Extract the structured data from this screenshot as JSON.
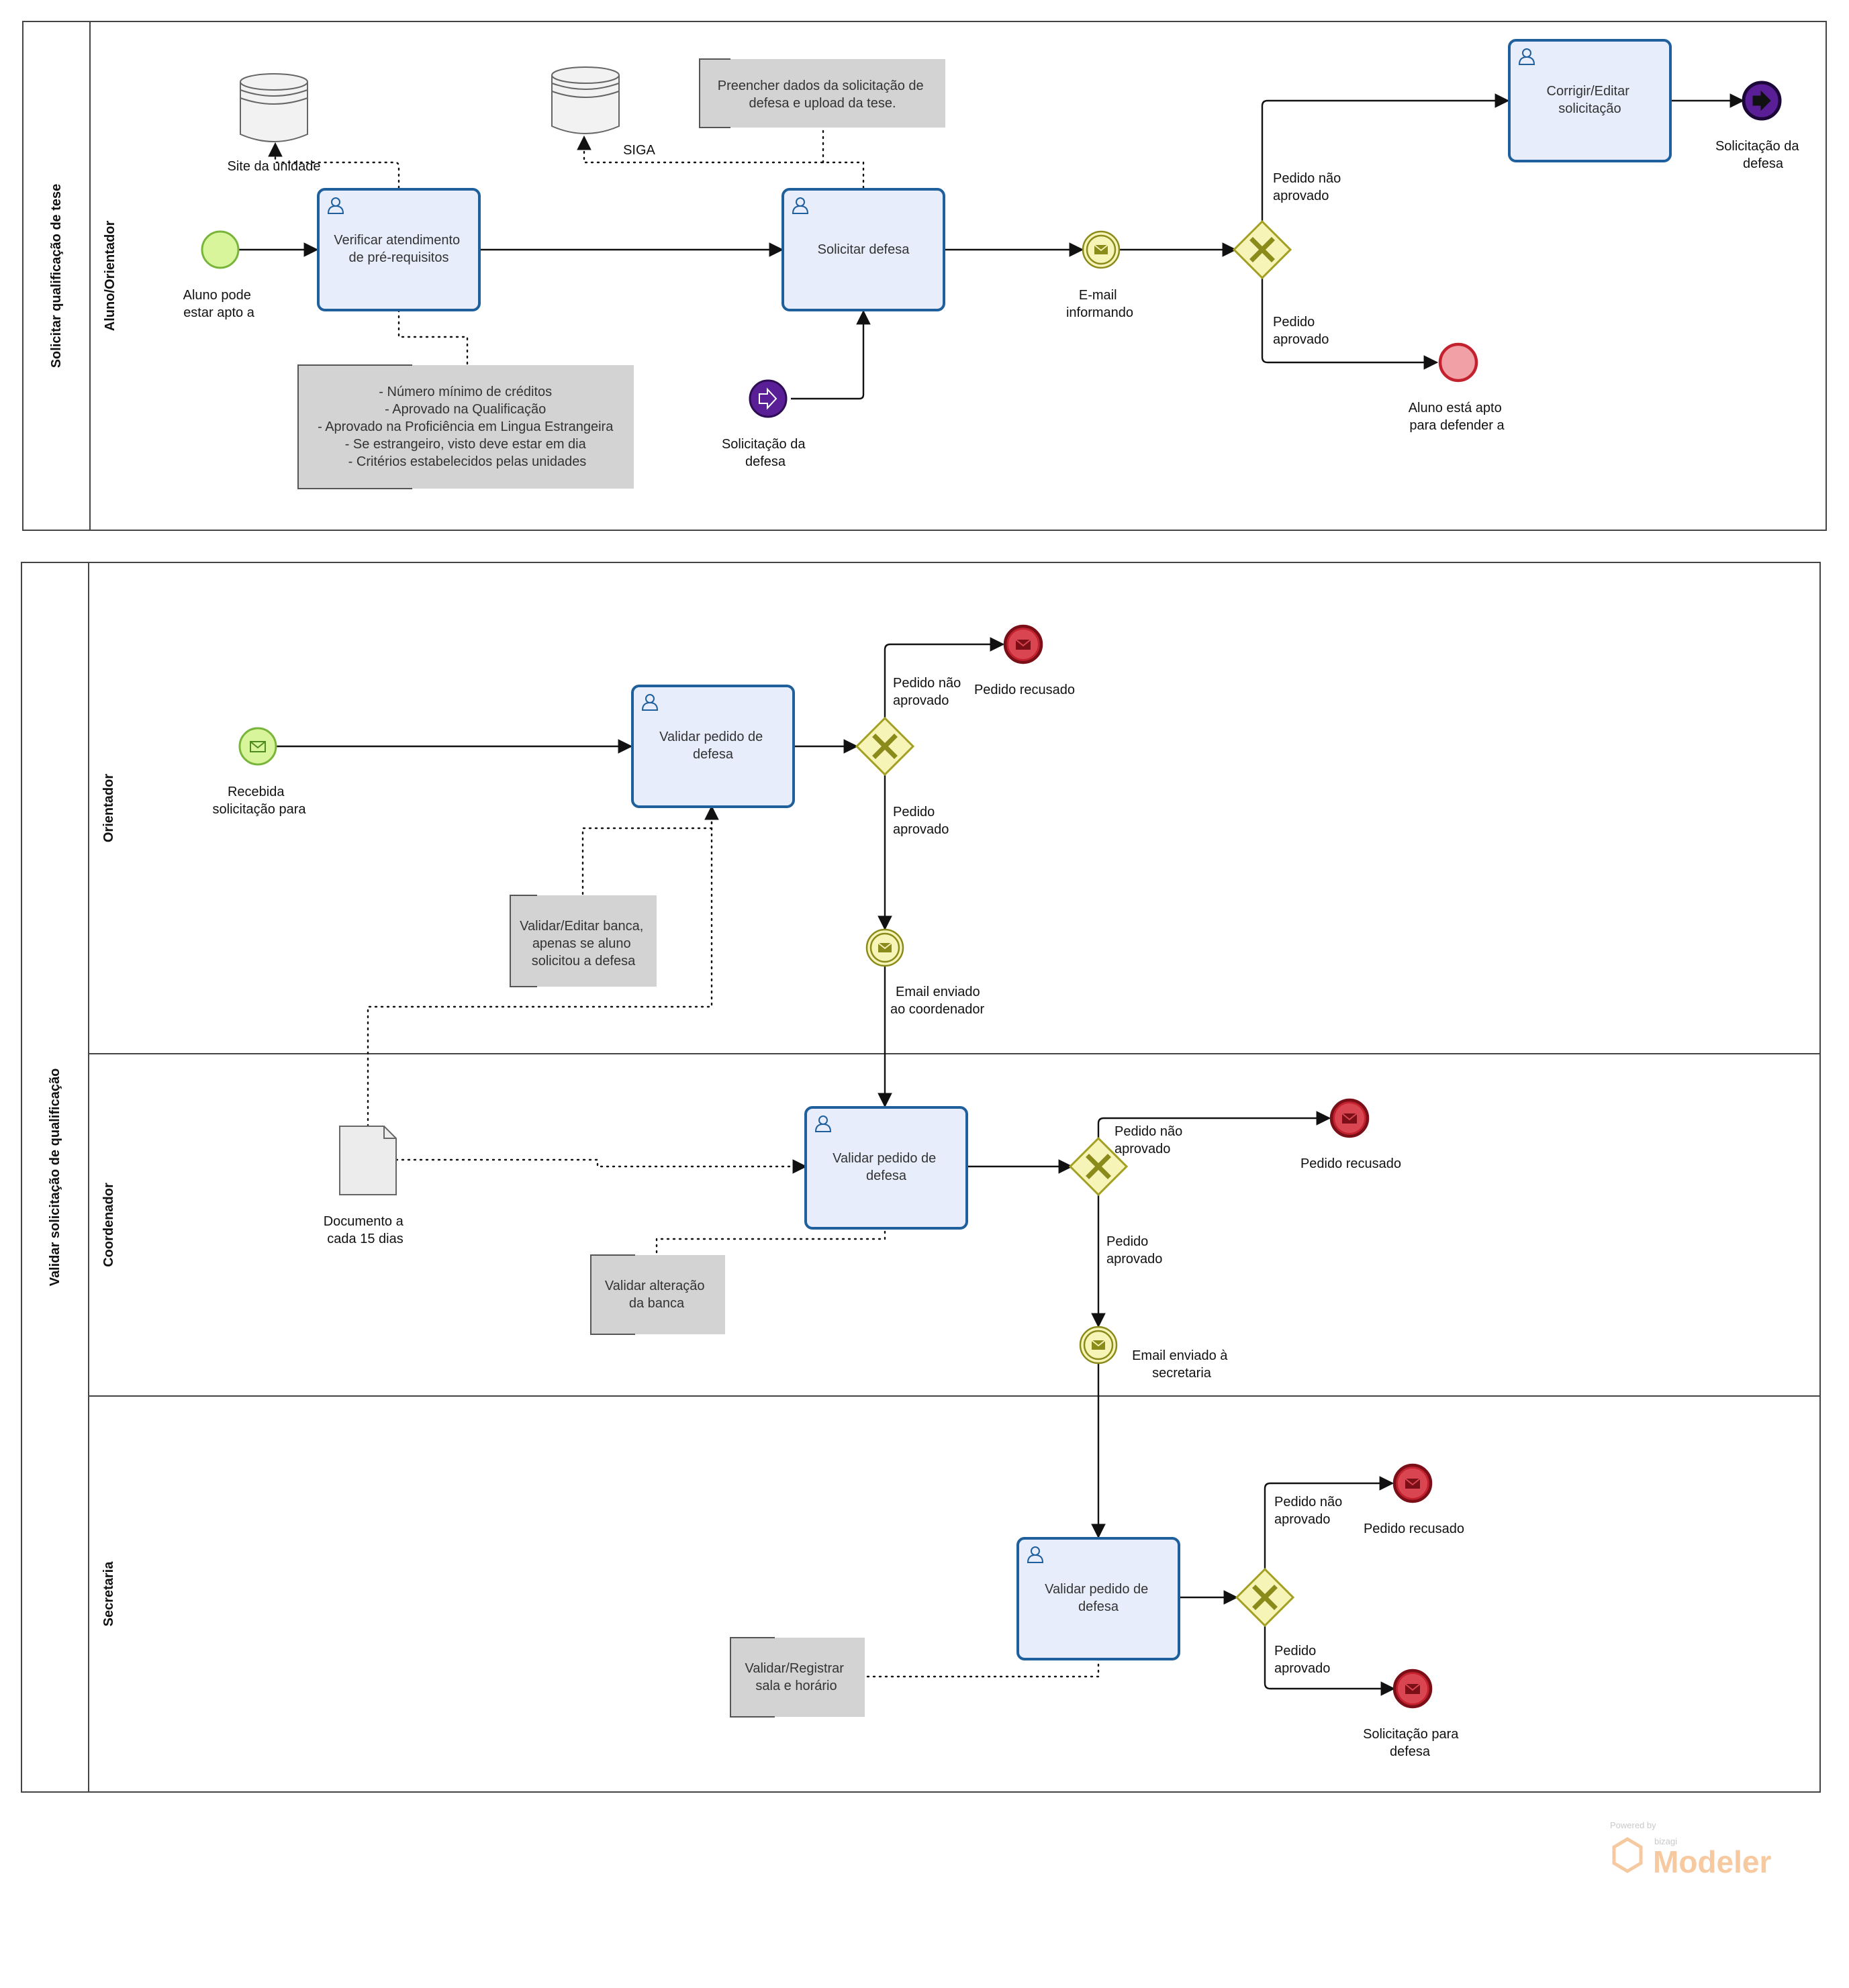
{
  "pools": [
    {
      "title": "Solicitar qualificação de tese",
      "lanes": [
        "Aluno/Orientador"
      ]
    },
    {
      "title": "Validar solicitação de qualificação",
      "lanes": [
        "Orientador",
        "Coordenador",
        "Secretaria"
      ]
    }
  ],
  "pool1": {
    "start_event": [
      "Aluno pode",
      "estar apto a"
    ],
    "task_verificar": [
      "Verificar atendimento",
      "de pré-requisitos"
    ],
    "datastore_site": "Site da unidade",
    "datastore_siga": "SIGA",
    "annotation_upload": [
      "Preencher dados da solicitação de",
      "defesa e upload da tese."
    ],
    "annotation_requisitos": [
      "- Número mínimo de créditos",
      "- Aprovado na Qualificação",
      "- Aprovado na Proficiência em Lingua Estrangeira",
      "- Se estrangeiro, visto deve estar em dia",
      "- Critérios estabelecidos pelas unidades"
    ],
    "task_solicitar": "Solicitar defesa",
    "link_event": [
      "Solicitação da",
      "defesa"
    ],
    "email_event": [
      "E-mail",
      "informando"
    ],
    "gateway_no": [
      "Pedido não",
      "aprovado"
    ],
    "gateway_yes": [
      "Pedido",
      "aprovado"
    ],
    "task_corrigir": [
      "Corrigir/Editar",
      "solicitação"
    ],
    "link_end": [
      "Solicitação da",
      "defesa"
    ],
    "end_apto": [
      "Aluno está apto",
      "para defender a"
    ]
  },
  "orientador": {
    "start_event": [
      "Recebida",
      "solicitação para"
    ],
    "task": [
      "Validar pedido de",
      "defesa"
    ],
    "gateway_no": [
      "Pedido não",
      "aprovado"
    ],
    "gateway_yes": [
      "Pedido",
      "aprovado"
    ],
    "end_refused": "Pedido recusado",
    "annotation": [
      "Validar/Editar banca,",
      "apenas se aluno",
      "solicitou a defesa"
    ],
    "email_event": [
      "Email enviado",
      "ao coordenador"
    ]
  },
  "coordenador": {
    "document": [
      "Documento a",
      "cada 15 dias"
    ],
    "task": [
      "Validar pedido de",
      "defesa"
    ],
    "annotation": [
      "Validar alteração",
      "da banca"
    ],
    "gateway_no": [
      "Pedido não",
      "aprovado"
    ],
    "gateway_yes": [
      "Pedido",
      "aprovado"
    ],
    "end_refused": "Pedido recusado",
    "email_event": [
      "Email enviado à",
      "secretaria"
    ]
  },
  "secretaria": {
    "task": [
      "Validar pedido de",
      "defesa"
    ],
    "annotation": [
      "Validar/Registrar",
      "sala e horário"
    ],
    "gateway_no": [
      "Pedido não",
      "aprovado"
    ],
    "gateway_yes": [
      "Pedido",
      "aprovado"
    ],
    "end_refused": "Pedido recusado",
    "end_solicitacao": [
      "Solicitação para",
      "defesa"
    ]
  },
  "branding": {
    "powered": "Powered by",
    "bizagi": "bizagi",
    "product": "Modeler"
  },
  "colors": {
    "task_fill": "#e8edfb",
    "task_stroke": "#1f5f9c",
    "start_fill": "#d9f59b",
    "start_stroke": "#78b53a",
    "gateway_fill": "#f7f4b8",
    "gateway_stroke": "#a39f22",
    "end_fill": "#f1a0a6",
    "end_stroke": "#c4212e",
    "link_fill": "#5a1e96",
    "annotation_fill": "#d3d3d3"
  }
}
